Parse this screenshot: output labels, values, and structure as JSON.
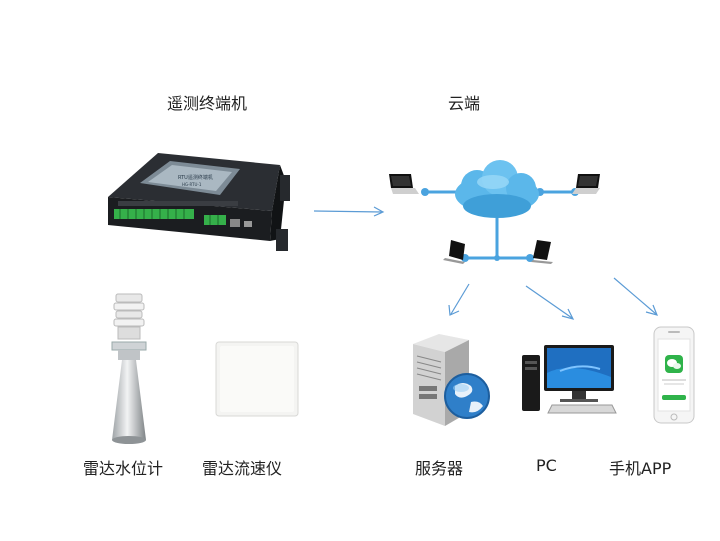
{
  "labels": {
    "rtu": "遥测终端机",
    "cloud": "云端",
    "radar_level": "雷达水位计",
    "radar_flow": "雷达流速仪",
    "server": "服务器",
    "pc": "PC",
    "mobile_app": "手机APP"
  },
  "device_text": {
    "rtu_screen_line1": "RTU遥测终端机",
    "rtu_screen_line2": "HG-RTU-1"
  },
  "colors": {
    "arrow": "#5b9bd5",
    "cloud": "#5bb7ea",
    "network_line": "#4aa3df",
    "rtu_body": "#1f2124",
    "terminal_green": "#35b04a",
    "phone_app": "#2fb34a"
  }
}
